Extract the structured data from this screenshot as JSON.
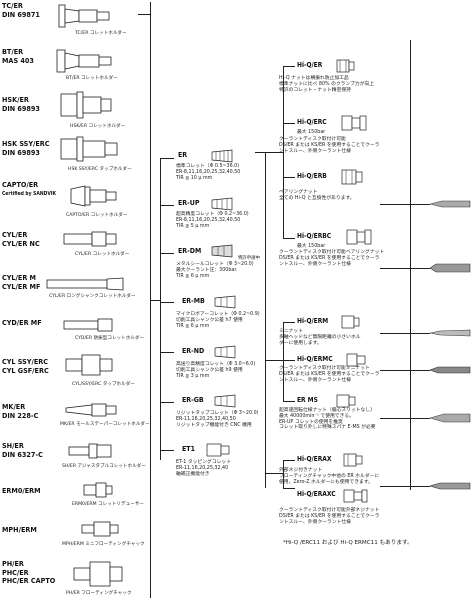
{
  "holders": [
    {
      "name": [
        "TC/ER",
        "DIN 69871"
      ],
      "caption": "TC/ER コレットホルダー"
    },
    {
      "name": [
        "BT/ER",
        "MAS 403"
      ],
      "caption": "BT/ER コレットホルダー"
    },
    {
      "name": [
        "HSK/ER",
        "DIN 69893"
      ],
      "caption": "HSK/ER コレットホルダー"
    },
    {
      "name": [
        "HSK SSY/ERC",
        "DIN 69893"
      ],
      "caption": "HSK SSY/ERC タップホルダー"
    },
    {
      "name": [
        "CAPTO/ER",
        "Certified by SANDVIK"
      ],
      "caption": "CAPTO/ER コレットホルダー"
    },
    {
      "name": [
        "CYL/ER",
        "CYL/ER NC"
      ],
      "caption": "CYL/ER コレットホルダー"
    },
    {
      "name": [
        "CYL/ER M",
        "CYL/ER MF"
      ],
      "caption": "CYL/ER ロングシャンクコレットホルダー"
    },
    {
      "name": [
        "CYD/ER MF"
      ],
      "caption": "CYD/ER 防振型コレットホルダー"
    },
    {
      "name": [
        "CYL SSY/ERC",
        "CYL GSF/ERC"
      ],
      "caption": "CYL/SSY/ERC タップホルダー"
    },
    {
      "name": [
        "MK/ER",
        "DIN 228-C"
      ],
      "caption": "MK/ER モールステーパーコレットホルダー"
    },
    {
      "name": [
        "SH/ER",
        "DIN 6327-C"
      ],
      "caption": "SH/ER アジャスタブルコレットホルダー"
    },
    {
      "name": [
        "ERM0/ERM"
      ],
      "caption": "ERM0/ERM コレットリデューサー"
    },
    {
      "name": [
        "MPH/ERM"
      ],
      "caption": "MPH/ERM ミニフローティングチャック"
    },
    {
      "name": [
        "PH/ER",
        "PHC/ER",
        "PHC/ER CAPTO"
      ],
      "caption": "PH/ER フローティングチャック"
    }
  ],
  "collets": [
    {
      "name": "ER",
      "desc": [
        "標準コレット（Φ 0.5~36.0)",
        "ER-8,11,16,20,25,32,40,50",
        "TIR ≦ 10 μ mm"
      ]
    },
    {
      "name": "ER-UP",
      "desc": [
        "超高精度コレット（Φ 0.2~36.0)",
        "ER-8,11,16,20,25,32,40,50",
        "TIR ≦ 5 μ mm"
      ]
    },
    {
      "name": "ER-DM",
      "desc": [
        "メタルシールコレット（Φ 3~20.0)",
        "最大クーラント圧：300bar.",
        "TIR ≦ 6 μ mm"
      ],
      "tag": "特許申請中"
    },
    {
      "name": "ER-MB",
      "desc": [
        "マイクロボアーコレット（Φ 0.2~0.9)",
        "切削工具シャンク公差 h7 使用",
        "TIR ≦ 6 μ mm"
      ]
    },
    {
      "name": "ER-ND",
      "desc": [
        "高送り高精度コレット（Φ 3.0~6.0)",
        "切削工具シャンク公差 h9 使用",
        "TIR ≦ 3 μ mm"
      ]
    },
    {
      "name": "ER-GB",
      "desc": [
        "リジットタップコレット（Φ 3~20.0)",
        "ER-11,16,20,25,32,40,50",
        "リジットタップ機能付き CNC 機用"
      ]
    },
    {
      "name": "ET1",
      "desc": [
        "ET-1 タッピングコレット",
        "ER-11,16,20,25,32,40",
        "軸補正機能付き"
      ]
    }
  ],
  "nuts": [
    {
      "name": "Hi-Q/ER",
      "sub": "",
      "desc": [
        "Hi-Q ナットは横振れ防止加工品",
        "標準ナットに比べ 80% のクランプ力が向上",
        "特許のコレット・ナット精密保持"
      ]
    },
    {
      "name": "Hi-Q/ERC",
      "sub": "最大 150bar",
      "desc": [
        "クーラントディスク取付け可能",
        "DS/ER または KS/ER を使用することでクーラ",
        "ントスルー、外側クーラント仕様"
      ]
    },
    {
      "name": "Hi-Q/ERB",
      "sub": "",
      "desc": [
        "ベアリングナット",
        "全ての Hi-Q と互換性があります。"
      ]
    },
    {
      "name": "Hi-Q/ERBC",
      "sub": "最大 150bar",
      "desc": [
        "クーラントディスク取付け可能ベアリングナット",
        "DS/ER または KS/ER を使用することでクーラ",
        "ントスルー、外側クーラント仕様"
      ]
    },
    {
      "name": "Hi-Q/ERM",
      "sub": "",
      "desc": [
        "ミニナット",
        "多軸ヘッドなど無限距離の小さいホル",
        "ダーに使用します。"
      ]
    },
    {
      "name": "Hi-Q/ERMC",
      "sub": "",
      "desc": [
        "クーラントディスク取付け可能ミニナット",
        "DS/ER または KS/ER を使用することでクーラ",
        "ントスルー、外側クーラント仕様"
      ]
    },
    {
      "name": "ER MS",
      "sub": "",
      "desc": [
        "超高速回転仕様ナット（偏心スリットなし)",
        "最大 40000min⁻¹ で使用できる。",
        "ER-UP コレットの使用を推奨",
        "コレット取り外しに特殊スパナ E-MS が必要"
      ]
    },
    {
      "name": "Hi-Q/ERAX",
      "sub": "",
      "desc": [
        "外部ネジ付きナット",
        "フローティングチャック中他の ER ホルダーに",
        "使用。Zero-Z ホルダーにも使用できます。"
      ]
    },
    {
      "name": "Hi-Q/ERAXC",
      "sub": "",
      "desc": [
        "クーラントディスク取付け可能外部ネジナット",
        "DS/ER または KS/ER を使用することでクーラ",
        "ントスルー、外側クーラント仕様"
      ]
    }
  ],
  "footnote": "*Hi-Q /ERC11 および Hi-Q ERMC11 もあります。",
  "colors": {
    "line": "#222222",
    "bg": "#ffffff"
  }
}
